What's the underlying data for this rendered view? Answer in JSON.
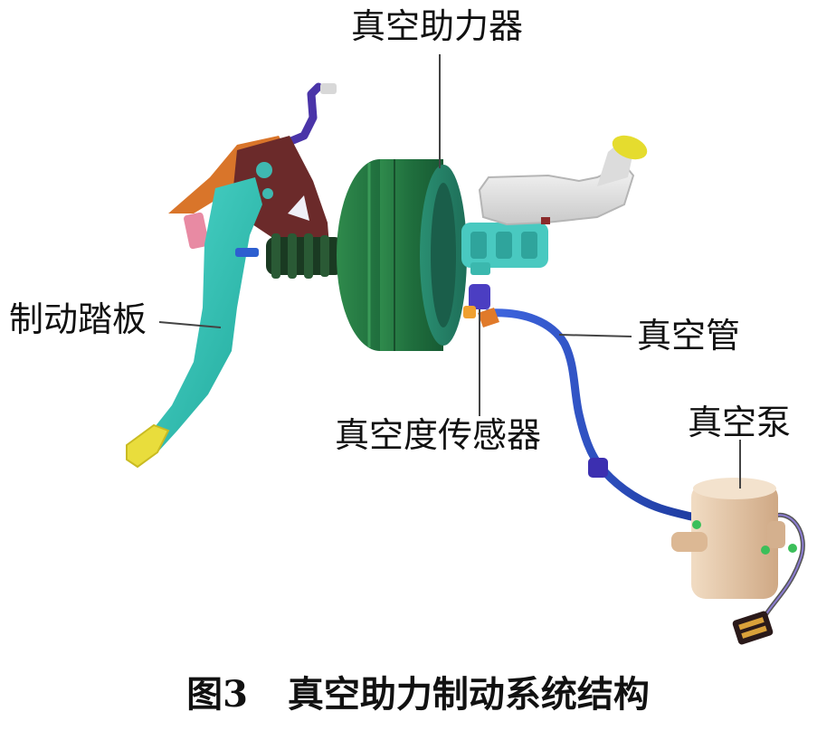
{
  "labels": {
    "booster": "真空助力器",
    "pedal": "制动踏板",
    "tube": "真空管",
    "sensor": "真空度传感器",
    "pump": "真空泵"
  },
  "caption": {
    "number": "图3",
    "title": "真空助力制动系统结构"
  },
  "colors": {
    "booster_body": "#1f7a4d",
    "booster_ring": "#2a8a6a",
    "pedal_arm": "#2ec4b6",
    "pedal_pad": "#f0e34a",
    "bracket": "#6b2a2a",
    "bracket_top": "#d9752a",
    "master_cylinder": "#49c9c0",
    "reservoir": "#e8e8e8",
    "vacuum_tube": "#2b4fc4",
    "sensor": "#4b3ec2",
    "pump_body": "#e6c7a3",
    "pump_connector": "#3a2a2a",
    "leader_line": "#444444"
  }
}
